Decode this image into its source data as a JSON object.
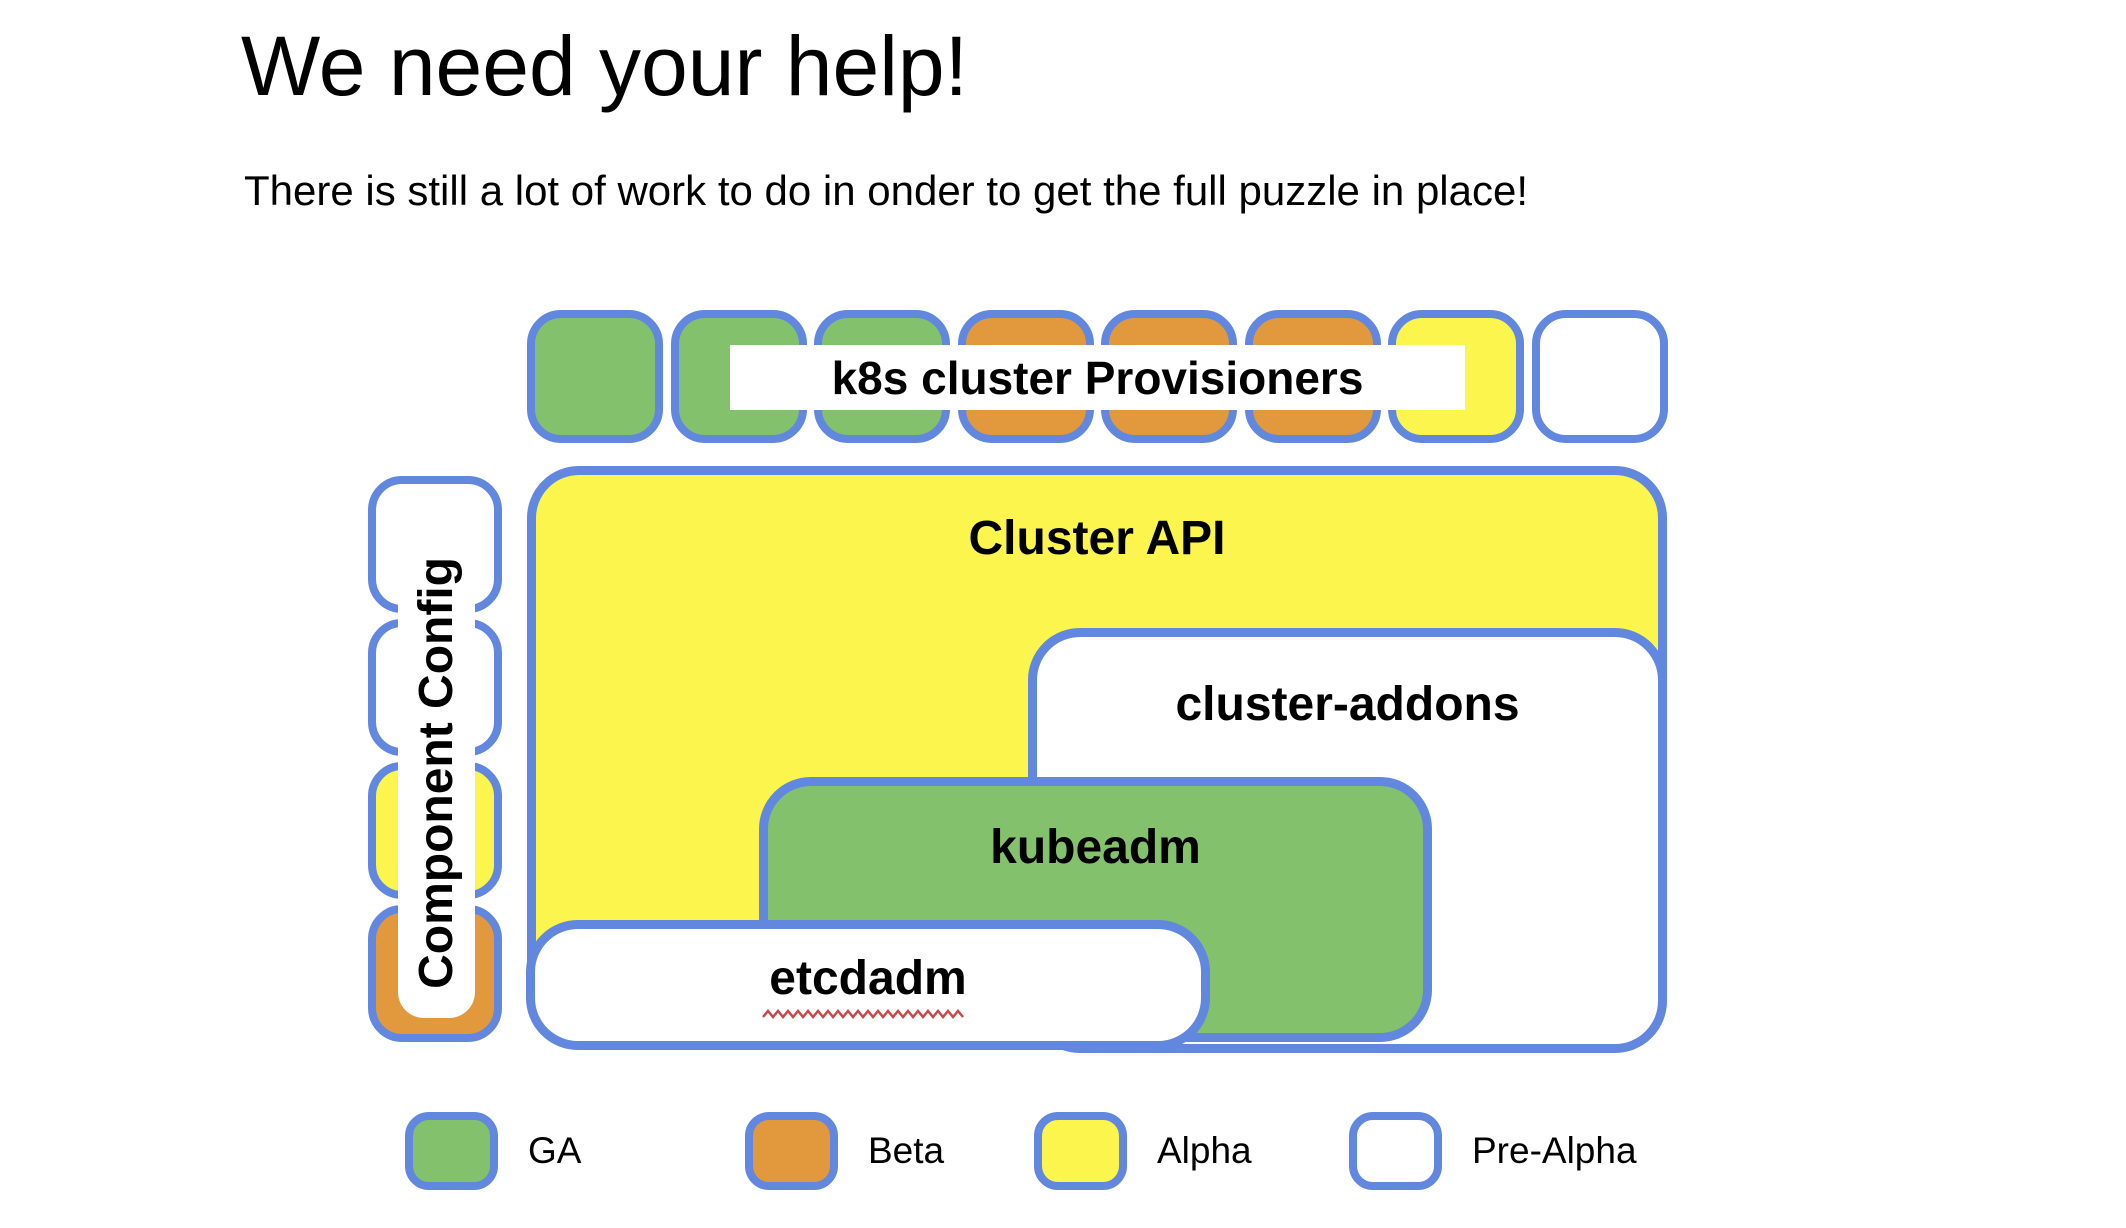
{
  "title": "We need your help!",
  "subtitle": "There is still a lot of work to do in onder to get the full puzzle in place!",
  "colors": {
    "ga": "#84c16c",
    "beta": "#e2993e",
    "alpha": "#fbf54d",
    "pre_alpha": "#ffffff",
    "border": "#6187de",
    "squiggle": "#c94848",
    "text": "#000000"
  },
  "puzzle": {
    "top_row_label": "k8s cluster Provisioners",
    "top_row_pieces": [
      {
        "status": "ga"
      },
      {
        "status": "ga"
      },
      {
        "status": "ga"
      },
      {
        "status": "beta"
      },
      {
        "status": "beta"
      },
      {
        "status": "beta"
      },
      {
        "status": "alpha"
      },
      {
        "status": "pre_alpha"
      }
    ],
    "left_column_label": "Component Config",
    "left_column_pieces": [
      {
        "status": "pre_alpha"
      },
      {
        "status": "pre_alpha"
      },
      {
        "status": "alpha"
      },
      {
        "status": "beta"
      }
    ],
    "boxes": [
      {
        "label": "Cluster API",
        "status": "alpha"
      },
      {
        "label": "cluster-addons",
        "status": "pre_alpha"
      },
      {
        "label": "kubeadm",
        "status": "ga"
      },
      {
        "label": "etcdadm",
        "status": "pre_alpha",
        "spellcheck_underline": true
      }
    ]
  },
  "legend": {
    "items": [
      {
        "label": "GA",
        "status": "ga"
      },
      {
        "label": "Beta",
        "status": "beta"
      },
      {
        "label": "Alpha",
        "status": "alpha"
      },
      {
        "label": "Pre-Alpha",
        "status": "pre_alpha"
      }
    ]
  }
}
